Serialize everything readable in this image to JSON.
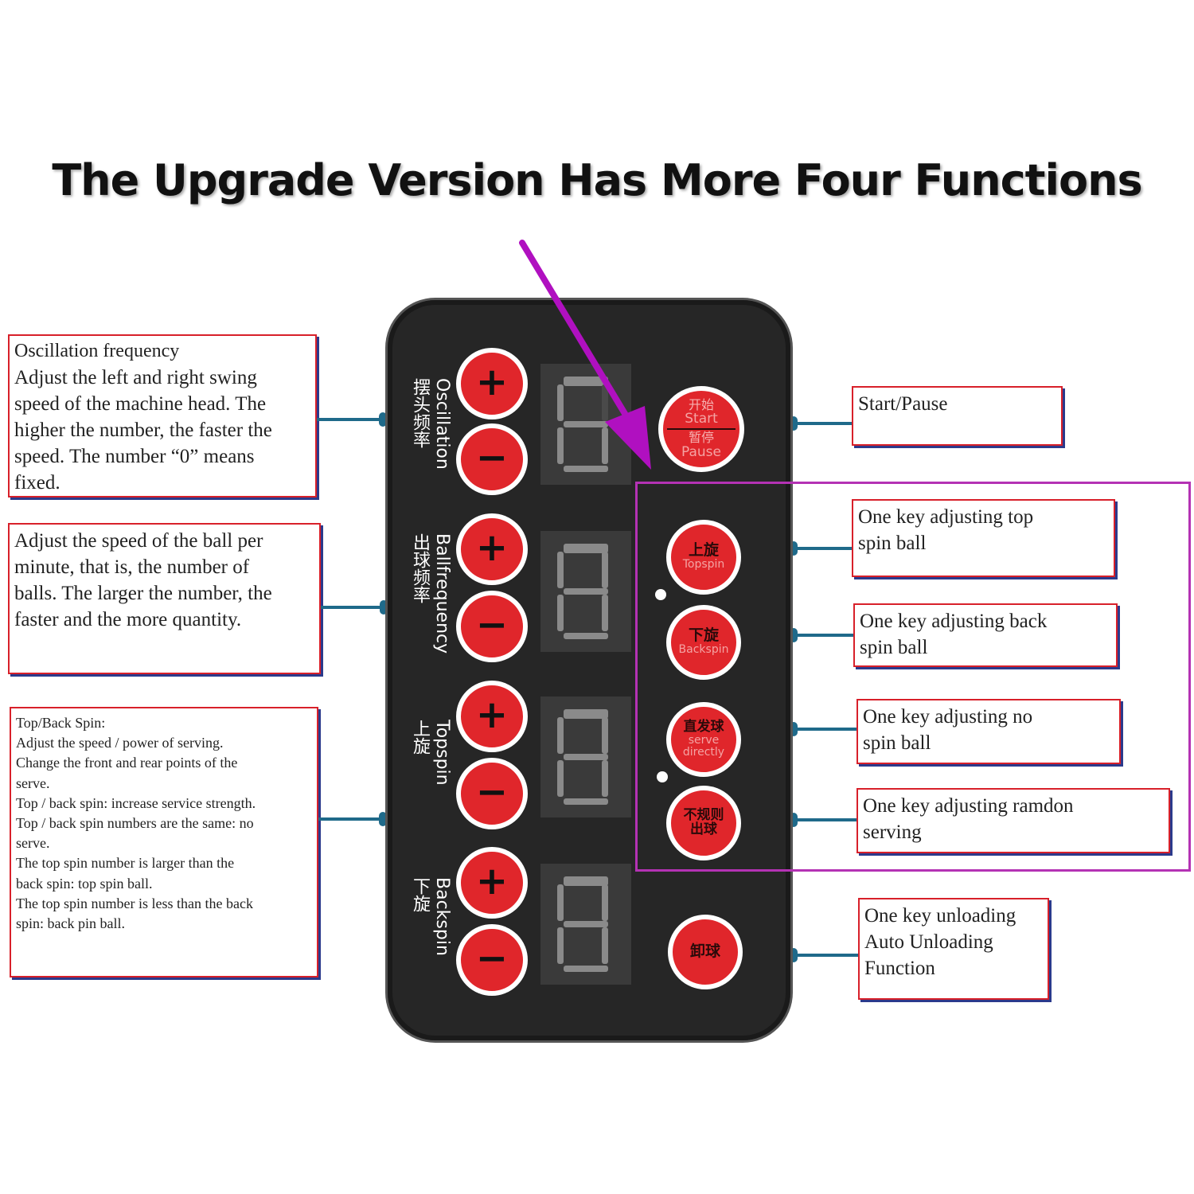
{
  "headline": "The Upgrade Version Has More Four Functions",
  "callouts": {
    "oscillation": [
      "Oscillation frequency",
      "Adjust the left and right swing",
      "speed of the machine head. The",
      "higher the number, the faster the",
      "speed. The number “0” means",
      "fixed."
    ],
    "ballfreq": [
      "Adjust the speed of the ball per",
      "minute, that is, the number of",
      "balls. The larger the number, the",
      "faster and the more quantity."
    ],
    "spin": [
      "Top/Back Spin:",
      "Adjust the speed / power of serving.",
      "Change the front and rear points of the",
      "serve.",
      "Top / back spin: increase service strength.",
      "Top / back spin numbers are the same: no",
      "serve.",
      "The top spin number is larger than the",
      "back spin: top spin ball.",
      "The top spin number is less than the back",
      "spin: back pin ball."
    ],
    "start": [
      "Start/Pause"
    ],
    "topspin": [
      "One key adjusting top",
      "spin ball"
    ],
    "backspin": [
      "One key adjusting back",
      "spin ball"
    ],
    "nospin": [
      "One key adjusting no",
      "spin ball"
    ],
    "random": [
      "One key adjusting ramdon",
      "serving"
    ],
    "unload": [
      "One key unloading",
      "Auto Unloading",
      "Function"
    ]
  },
  "panel": {
    "plus": "+",
    "minus": "−",
    "rows": [
      {
        "label_en": "Oscillation",
        "label_zh": "摆头频率",
        "digit": "6"
      },
      {
        "label_en": "Ballfrequency",
        "label_zh": "出球频率",
        "digit": "8"
      },
      {
        "label_en": "Topspin",
        "label_zh": "上旋",
        "digit": "8"
      },
      {
        "label_en": "Backspin",
        "label_zh": "下旋",
        "digit": "8"
      }
    ],
    "start_btn": {
      "zh_top": "开始",
      "en_top": "Start",
      "zh_bottom": "暂停",
      "en_bottom": "Pause"
    },
    "topspin_btn": {
      "zh": "上旋",
      "en": "Topspin"
    },
    "backspin_btn": {
      "zh": "下旋",
      "en": "Backspin"
    },
    "serve_btn": {
      "zh": "直发球",
      "en1": "serve",
      "en2": "directly"
    },
    "random_btn": {
      "zh1": "不规则",
      "zh2": "出球"
    },
    "unload_btn": {
      "zh": "卸球"
    }
  },
  "colors": {
    "accent_red": "#e0262b",
    "frame_purple": "#b432b4",
    "arrow_magenta": "#b010c0",
    "callout_border": "#d8202a"
  }
}
